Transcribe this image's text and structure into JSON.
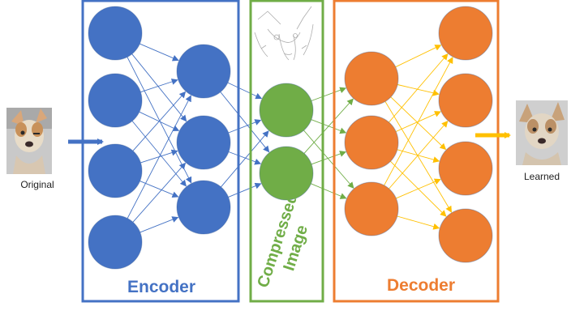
{
  "labels": {
    "original": "Original",
    "learned": "Learned",
    "encoder": "Encoder",
    "compressed_line1": "Compressed",
    "compressed_line2": "Image",
    "decoder": "Decoder"
  },
  "colors": {
    "encoder": "#4472c4",
    "compressed": "#70ad47",
    "decoder": "#ed7d31",
    "encoder_links": "#4472c4",
    "middle_links": "#70ad47",
    "decoder_links": "#ffc000",
    "output_arrow": "#ffc000",
    "node_stroke": "#2f528f"
  },
  "network": {
    "layers": [
      {
        "name": "encoder-input",
        "nodes": 4
      },
      {
        "name": "encoder-hidden",
        "nodes": 3
      },
      {
        "name": "code",
        "nodes": 2
      },
      {
        "name": "decoder-hidden",
        "nodes": 3
      },
      {
        "name": "decoder-output",
        "nodes": 4
      }
    ]
  },
  "icons": {
    "input_photo": "chihuahua-original-photo",
    "output_photo": "chihuahua-learned-photo",
    "sketch": "chihuahua-pencil-sketch"
  }
}
